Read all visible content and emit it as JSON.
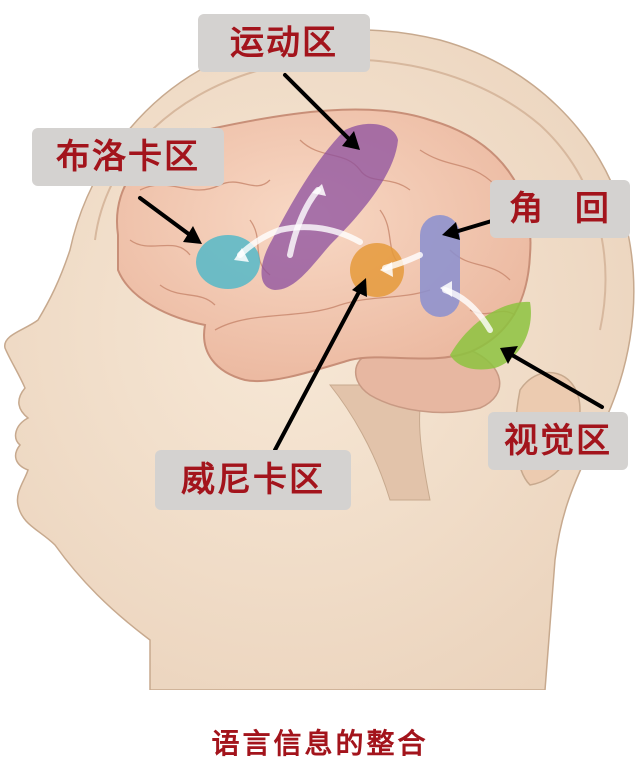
{
  "labels": {
    "motor": "运动区",
    "broca": "布洛卡区",
    "angular": "角 回",
    "visual": "视觉区",
    "wernicke": "威尼卡区"
  },
  "caption": "语言信息的整合",
  "colors": {
    "label_text": "#a3141c",
    "label_bg": "#d4d2d0",
    "motor_area": "#8c4f9f",
    "broca_area": "#55b8c8",
    "wernicke_area": "#e59a3b",
    "angular_area": "#8a8fd0",
    "visual_area": "#8dc33f",
    "skin": "#f1dcc6",
    "brain": "#f2c7b0"
  }
}
